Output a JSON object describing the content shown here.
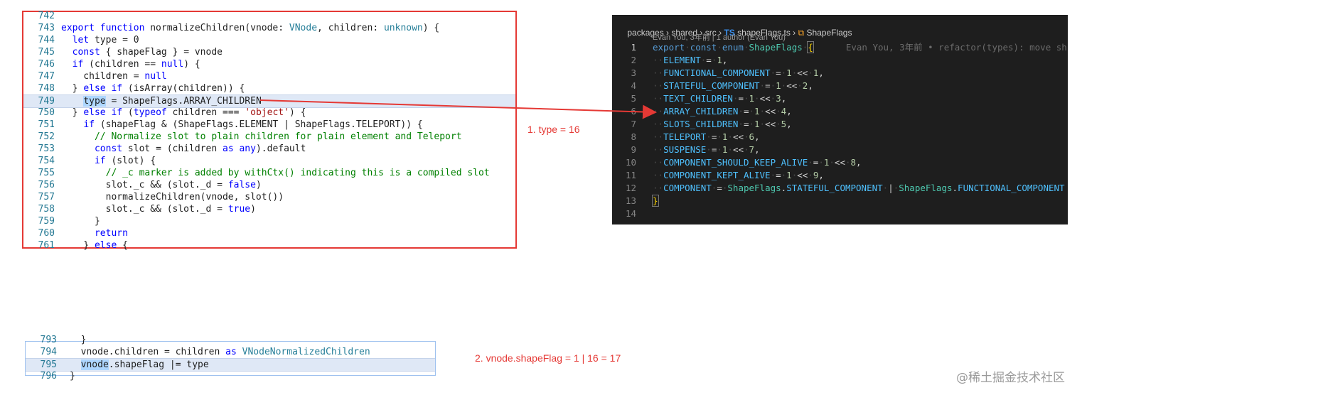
{
  "left_editor": {
    "lines": [
      {
        "n": "742",
        "segments": []
      },
      {
        "n": "743",
        "segments": [
          [
            "kw",
            "export function "
          ],
          [
            "",
            "normalizeChildren(vnode: "
          ],
          [
            "ty",
            "VNode"
          ],
          [
            "",
            ", children: "
          ],
          [
            "ty",
            "unknown"
          ],
          [
            "",
            ") {"
          ]
        ]
      },
      {
        "n": "744",
        "segments": [
          [
            "",
            "  "
          ],
          [
            "kw",
            "let"
          ],
          [
            "",
            " type = "
          ],
          [
            "",
            "0"
          ]
        ]
      },
      {
        "n": "745",
        "segments": [
          [
            "",
            "  "
          ],
          [
            "kw",
            "const"
          ],
          [
            "",
            " { shapeFlag } = vnode"
          ]
        ]
      },
      {
        "n": "746",
        "segments": [
          [
            "",
            "  "
          ],
          [
            "kw",
            "if"
          ],
          [
            "",
            " (children == "
          ],
          [
            "kw",
            "null"
          ],
          [
            "",
            ") {"
          ]
        ]
      },
      {
        "n": "747",
        "segments": [
          [
            "",
            "    children = "
          ],
          [
            "kw",
            "null"
          ]
        ]
      },
      {
        "n": "748",
        "segments": [
          [
            "",
            "  } "
          ],
          [
            "kw",
            "else if"
          ],
          [
            "",
            " (isArray(children)) {"
          ]
        ]
      },
      {
        "n": "749",
        "highlight": true,
        "segments": [
          [
            "",
            "    "
          ],
          [
            "sel",
            "type"
          ],
          [
            "",
            " = ShapeFlags.ARRAY_CHILDREN"
          ]
        ]
      },
      {
        "n": "750",
        "segments": [
          [
            "",
            "  } "
          ],
          [
            "kw",
            "else if"
          ],
          [
            "",
            " ("
          ],
          [
            "kw",
            "typeof"
          ],
          [
            "",
            " children === "
          ],
          [
            "str",
            "'object'"
          ],
          [
            "",
            ") {"
          ]
        ]
      },
      {
        "n": "751",
        "segments": [
          [
            "",
            "    "
          ],
          [
            "kw",
            "if"
          ],
          [
            "",
            " (shapeFlag & (ShapeFlags.ELEMENT | ShapeFlags.TELEPORT)) {"
          ]
        ]
      },
      {
        "n": "752",
        "segments": [
          [
            "",
            "      "
          ],
          [
            "cm",
            "// Normalize slot to plain children for plain element and Teleport"
          ]
        ]
      },
      {
        "n": "753",
        "segments": [
          [
            "",
            "      "
          ],
          [
            "kw",
            "const"
          ],
          [
            "",
            " slot = (children "
          ],
          [
            "kw",
            "as"
          ],
          [
            "",
            " "
          ],
          [
            "kw",
            "any"
          ],
          [
            "",
            ").default"
          ]
        ]
      },
      {
        "n": "754",
        "segments": [
          [
            "",
            "      "
          ],
          [
            "kw",
            "if"
          ],
          [
            "",
            " (slot) {"
          ]
        ]
      },
      {
        "n": "755",
        "segments": [
          [
            "",
            "        "
          ],
          [
            "cm",
            "// _c marker is added by withCtx() indicating this is a compiled slot"
          ]
        ]
      },
      {
        "n": "756",
        "segments": [
          [
            "",
            "        slot._c && (slot._d = "
          ],
          [
            "kw",
            "false"
          ],
          [
            "",
            ")"
          ]
        ]
      },
      {
        "n": "757",
        "segments": [
          [
            "",
            "        normalizeChildren(vnode, slot())"
          ]
        ]
      },
      {
        "n": "758",
        "segments": [
          [
            "",
            "        slot._c && (slot._d = "
          ],
          [
            "kw",
            "true"
          ],
          [
            "",
            ")"
          ]
        ]
      },
      {
        "n": "759",
        "segments": [
          [
            "",
            "      }"
          ]
        ]
      },
      {
        "n": "760",
        "segments": [
          [
            "",
            "      "
          ],
          [
            "kw",
            "return"
          ]
        ]
      },
      {
        "n": "761",
        "segments": [
          [
            "",
            "    } "
          ],
          [
            "kw",
            "else"
          ],
          [
            "",
            " {"
          ]
        ]
      }
    ]
  },
  "right_editor": {
    "breadcrumb": {
      "p1": "packages",
      "sep": " › ",
      "p2": "shared",
      "p3": "src",
      "ts_badge": "TS",
      "file": "shapeFlags.ts",
      "symbol_icon": "enum-icon",
      "symbol": "ShapeFlags"
    },
    "blame_header": "Evan You, 3年前 | 1 author (Evan You)",
    "inline_blame": "Evan You, 3年前 • refactor(types): move sh",
    "lines": [
      {
        "n": "1",
        "segments": [
          [
            "dkw",
            "export"
          ],
          [
            "ws",
            "·"
          ],
          [
            "dkw",
            "const"
          ],
          [
            "ws",
            "·"
          ],
          [
            "dkw",
            "enum"
          ],
          [
            "ws",
            "·"
          ],
          [
            "dty",
            "ShapeFlags"
          ],
          [
            "ws",
            "·"
          ],
          [
            "dbr",
            "{"
          ]
        ]
      },
      {
        "n": "2",
        "segments": [
          [
            "ws",
            "··"
          ],
          [
            "dprop",
            "ELEMENT"
          ],
          [
            "ws",
            "·"
          ],
          [
            "dop",
            "="
          ],
          [
            "ws",
            "·"
          ],
          [
            "dnum",
            "1"
          ],
          [
            "dop",
            ","
          ]
        ]
      },
      {
        "n": "3",
        "segments": [
          [
            "ws",
            "··"
          ],
          [
            "dprop",
            "FUNCTIONAL_COMPONENT"
          ],
          [
            "ws",
            "·"
          ],
          [
            "dop",
            "="
          ],
          [
            "ws",
            "·"
          ],
          [
            "dnum",
            "1"
          ],
          [
            "ws",
            "·"
          ],
          [
            "dop",
            "<<"
          ],
          [
            "ws",
            "·"
          ],
          [
            "dnum",
            "1"
          ],
          [
            "dop",
            ","
          ]
        ]
      },
      {
        "n": "4",
        "segments": [
          [
            "ws",
            "··"
          ],
          [
            "dprop",
            "STATEFUL_COMPONENT"
          ],
          [
            "ws",
            "·"
          ],
          [
            "dop",
            "="
          ],
          [
            "ws",
            "·"
          ],
          [
            "dnum",
            "1"
          ],
          [
            "ws",
            "·"
          ],
          [
            "dop",
            "<<"
          ],
          [
            "ws",
            "·"
          ],
          [
            "dnum",
            "2"
          ],
          [
            "dop",
            ","
          ]
        ]
      },
      {
        "n": "5",
        "segments": [
          [
            "ws",
            "··"
          ],
          [
            "dprop",
            "TEXT_CHILDREN"
          ],
          [
            "ws",
            "·"
          ],
          [
            "dop",
            "="
          ],
          [
            "ws",
            "·"
          ],
          [
            "dnum",
            "1"
          ],
          [
            "ws",
            "·"
          ],
          [
            "dop",
            "<<"
          ],
          [
            "ws",
            "·"
          ],
          [
            "dnum",
            "3"
          ],
          [
            "dop",
            ","
          ]
        ]
      },
      {
        "n": "6",
        "segments": [
          [
            "ws",
            "··"
          ],
          [
            "dprop",
            "ARRAY_CHILDREN"
          ],
          [
            "ws",
            "·"
          ],
          [
            "dop",
            "="
          ],
          [
            "ws",
            "·"
          ],
          [
            "dnum",
            "1"
          ],
          [
            "ws",
            "·"
          ],
          [
            "dop",
            "<<"
          ],
          [
            "ws",
            "·"
          ],
          [
            "dnum",
            "4"
          ],
          [
            "dop",
            ","
          ]
        ]
      },
      {
        "n": "7",
        "segments": [
          [
            "ws",
            "··"
          ],
          [
            "dprop",
            "SLOTS_CHILDREN"
          ],
          [
            "ws",
            "·"
          ],
          [
            "dop",
            "="
          ],
          [
            "ws",
            "·"
          ],
          [
            "dnum",
            "1"
          ],
          [
            "ws",
            "·"
          ],
          [
            "dop",
            "<<"
          ],
          [
            "ws",
            "·"
          ],
          [
            "dnum",
            "5"
          ],
          [
            "dop",
            ","
          ]
        ]
      },
      {
        "n": "8",
        "segments": [
          [
            "ws",
            "··"
          ],
          [
            "dprop",
            "TELEPORT"
          ],
          [
            "ws",
            "·"
          ],
          [
            "dop",
            "="
          ],
          [
            "ws",
            "·"
          ],
          [
            "dnum",
            "1"
          ],
          [
            "ws",
            "·"
          ],
          [
            "dop",
            "<<"
          ],
          [
            "ws",
            "·"
          ],
          [
            "dnum",
            "6"
          ],
          [
            "dop",
            ","
          ]
        ]
      },
      {
        "n": "9",
        "segments": [
          [
            "ws",
            "··"
          ],
          [
            "dprop",
            "SUSPENSE"
          ],
          [
            "ws",
            "·"
          ],
          [
            "dop",
            "="
          ],
          [
            "ws",
            "·"
          ],
          [
            "dnum",
            "1"
          ],
          [
            "ws",
            "·"
          ],
          [
            "dop",
            "<<"
          ],
          [
            "ws",
            "·"
          ],
          [
            "dnum",
            "7"
          ],
          [
            "dop",
            ","
          ]
        ]
      },
      {
        "n": "10",
        "segments": [
          [
            "ws",
            "··"
          ],
          [
            "dprop",
            "COMPONENT_SHOULD_KEEP_ALIVE"
          ],
          [
            "ws",
            "·"
          ],
          [
            "dop",
            "="
          ],
          [
            "ws",
            "·"
          ],
          [
            "dnum",
            "1"
          ],
          [
            "ws",
            "·"
          ],
          [
            "dop",
            "<<"
          ],
          [
            "ws",
            "·"
          ],
          [
            "dnum",
            "8"
          ],
          [
            "dop",
            ","
          ]
        ]
      },
      {
        "n": "11",
        "segments": [
          [
            "ws",
            "··"
          ],
          [
            "dprop",
            "COMPONENT_KEPT_ALIVE"
          ],
          [
            "ws",
            "·"
          ],
          [
            "dop",
            "="
          ],
          [
            "ws",
            "·"
          ],
          [
            "dnum",
            "1"
          ],
          [
            "ws",
            "·"
          ],
          [
            "dop",
            "<<"
          ],
          [
            "ws",
            "·"
          ],
          [
            "dnum",
            "9"
          ],
          [
            "dop",
            ","
          ]
        ]
      },
      {
        "n": "12",
        "segments": [
          [
            "ws",
            "··"
          ],
          [
            "dprop",
            "COMPONENT"
          ],
          [
            "ws",
            "·"
          ],
          [
            "dop",
            "="
          ],
          [
            "ws",
            "·"
          ],
          [
            "dty",
            "ShapeFlags"
          ],
          [
            "dop",
            "."
          ],
          [
            "dprop",
            "STATEFUL_COMPONENT"
          ],
          [
            "ws",
            "·"
          ],
          [
            "dop",
            "|"
          ],
          [
            "ws",
            "·"
          ],
          [
            "dty",
            "ShapeFlags"
          ],
          [
            "dop",
            "."
          ],
          [
            "dprop",
            "FUNCTIONAL_COMPONENT"
          ]
        ]
      },
      {
        "n": "13",
        "segments": [
          [
            "dbr",
            "}"
          ]
        ]
      },
      {
        "n": "14",
        "segments": []
      }
    ]
  },
  "bottom_editor": {
    "lines": [
      {
        "n": "793",
        "partial": "top",
        "segments": [
          [
            "",
            "  }"
          ]
        ]
      },
      {
        "n": "794",
        "segments": [
          [
            "",
            "  vnode.children = children "
          ],
          [
            "kw",
            "as"
          ],
          [
            "",
            " "
          ],
          [
            "ty",
            "VNodeNormalizedChildren"
          ]
        ]
      },
      {
        "n": "795",
        "highlight": true,
        "segments": [
          [
            "",
            "  "
          ],
          [
            "sel",
            "vnode"
          ],
          [
            "",
            ".shapeFlag |= type"
          ]
        ]
      },
      {
        "n": "796",
        "partial": "bottom",
        "segments": [
          [
            "",
            "}"
          ]
        ]
      }
    ]
  },
  "annotations": {
    "step1": "1. type = 16",
    "step2": "2. vnode.shapeFlag = 1 | 16 = 17",
    "color": "#e53935"
  },
  "watermark": "@稀土掘金技术社区"
}
